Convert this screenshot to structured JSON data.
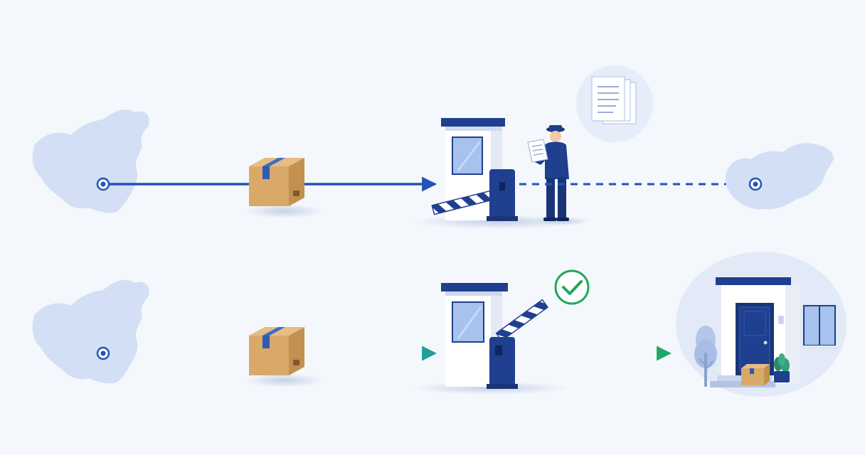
{
  "colors": {
    "background": "#f4f7fc",
    "map": "#d3dff4",
    "navy": "#1f3f8f",
    "line_blue": "#2553b8",
    "line_teal": "#1f9e9a",
    "line_green": "#1ea866",
    "box": "#d9a96a",
    "tape": "#2f5bb5",
    "check": "#22a85a"
  },
  "rows": [
    {
      "id": "held-at-customs",
      "barrier": "closed",
      "officer_inspecting": true,
      "documents_icon": true,
      "after_customs_line": "dashed",
      "destination": "country-map"
    },
    {
      "id": "cleared-customs",
      "barrier": "open",
      "approved_check": true,
      "after_customs_line": "solid",
      "destination": "home-delivery"
    }
  ],
  "icons": [
    "origin-map",
    "origin-pin-icon",
    "parcel-icon",
    "customs-booth-icon",
    "barrier-gate-icon",
    "customs-officer-icon",
    "documents-icon",
    "destination-map",
    "destination-pin-icon",
    "check-icon",
    "house-icon",
    "tree-icon",
    "plant-icon"
  ]
}
